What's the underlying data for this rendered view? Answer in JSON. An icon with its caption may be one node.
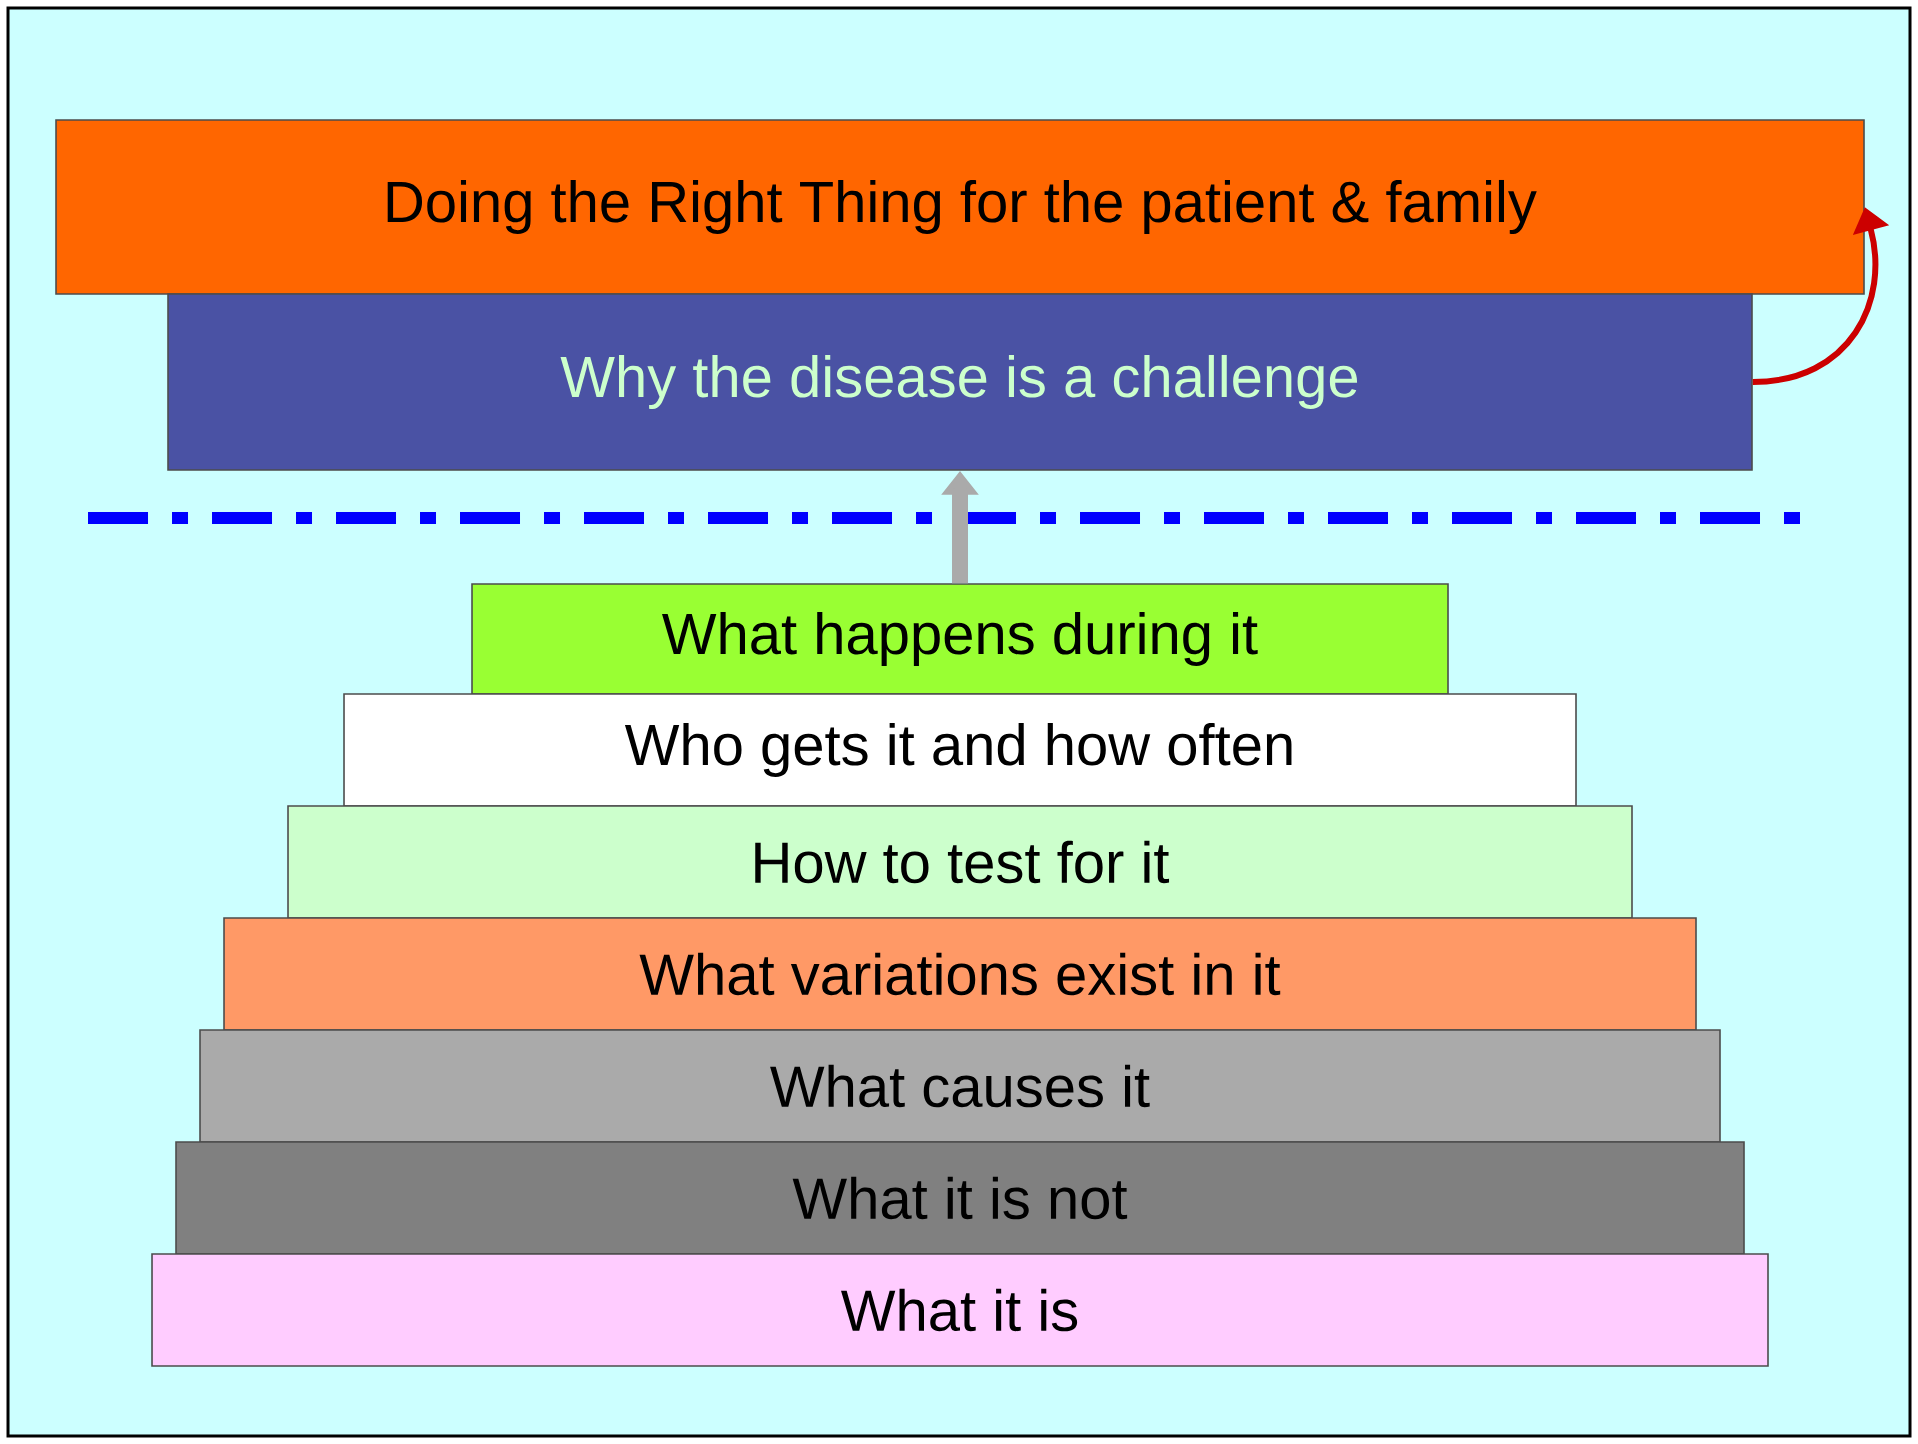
{
  "diagram": {
    "nodes": [
      {
        "text": [
          "Doing the Right Thing for the patient & family"
        ]
      },
      {
        "text": [
          "Why the disease is a challenge"
        ]
      },
      {
        "text": [
          "What happens during it"
        ]
      },
      {
        "text": [
          "Who gets it and how often"
        ]
      },
      {
        "text": [
          "How to test for it"
        ]
      },
      {
        "text": [
          "What variations exist in it"
        ]
      },
      {
        "text": [
          "What causes it"
        ]
      },
      {
        "text": [
          "What it is not"
        ]
      },
      {
        "text": [
          "What it is"
        ]
      }
    ],
    "edges": [
      {
        "from": 2,
        "to": 1,
        "arrow": "to",
        "style": "thick"
      },
      {
        "from": 1,
        "to": 0,
        "arrow": "to",
        "color": "#cc0000"
      }
    ]
  }
}
